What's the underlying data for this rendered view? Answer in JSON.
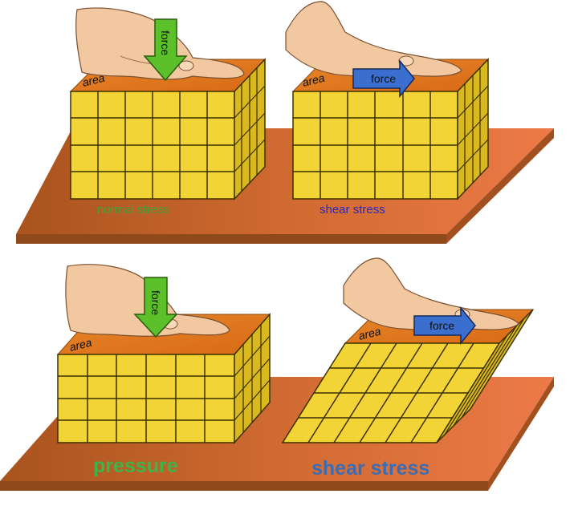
{
  "panels": {
    "top_left": {
      "label": "normal stress",
      "area": "area",
      "force": "force"
    },
    "top_right": {
      "label": "shear stress",
      "area": "area",
      "force": "force"
    },
    "bottom_left": {
      "label": "pressure",
      "area": "area",
      "force": "force"
    },
    "bottom_right": {
      "label": "shear stress",
      "area": "area",
      "force": "force"
    }
  },
  "colors": {
    "board_top": "#c8662a",
    "board_edge": "#8f4a1c",
    "cube_front": "#f0d230",
    "cube_side": "#d9b820",
    "cube_top": "#e07b20",
    "grid": "#2a2300",
    "arrow_green": "#5cc02a",
    "arrow_blue": "#3a6fd0"
  }
}
